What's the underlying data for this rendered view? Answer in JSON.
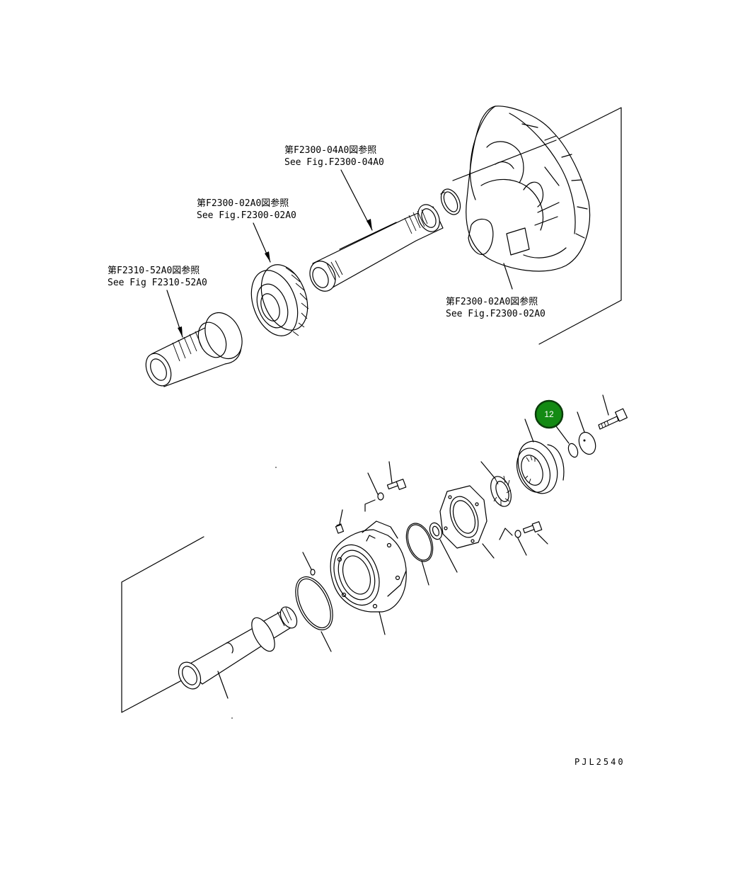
{
  "references": [
    {
      "jp": "第F2300-04A0図参照",
      "en": "See Fig.F2300-04A0"
    },
    {
      "jp": "第F2300-02A0図参照",
      "en": "See Fig.F2300-02A0"
    },
    {
      "jp": "第F2310-52A0図参照",
      "en": "See Fig F2310-52A0"
    },
    {
      "jp": "第F2300-02A0図参照",
      "en": "See Fig.F2300-02A0"
    }
  ],
  "callout": {
    "number": "12",
    "color": "#138a13",
    "border": "#0b3d0b"
  },
  "drawing_code": "PJL2540"
}
